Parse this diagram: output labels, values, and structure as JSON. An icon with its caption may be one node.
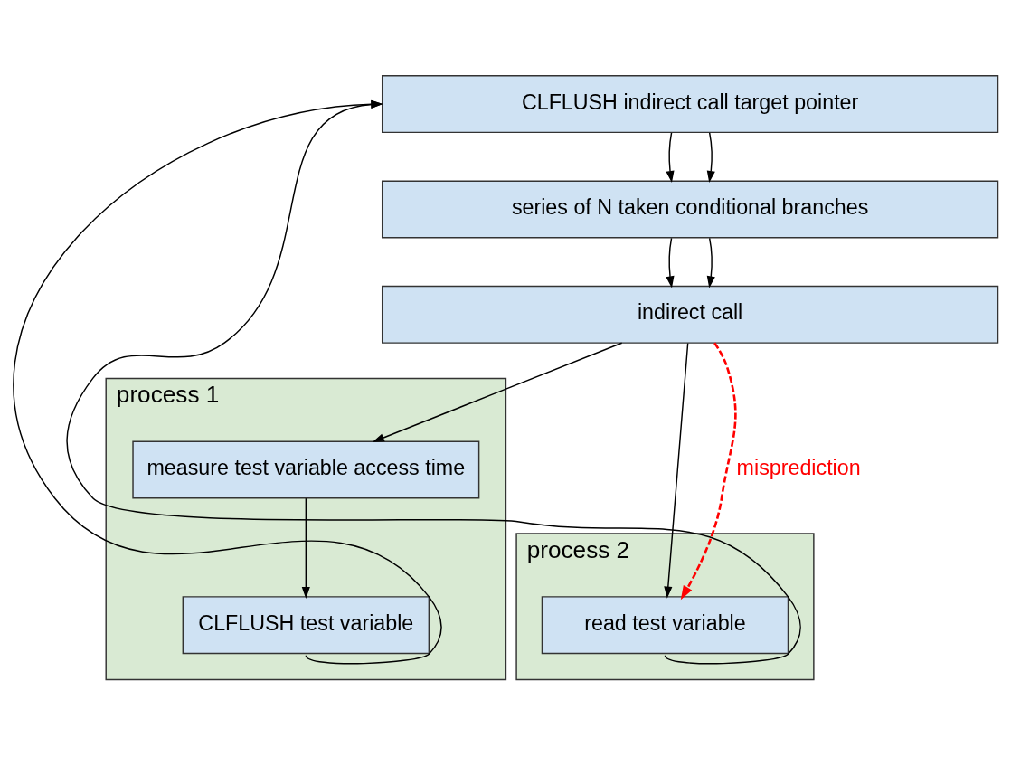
{
  "diagram": {
    "nodes": [
      {
        "text": [
          "process 1"
        ]
      },
      {
        "text": [
          "process 2"
        ]
      },
      {
        "text": [
          "CLFLUSH indirect call target pointer"
        ]
      },
      {
        "text": [
          "series of N taken conditional branches"
        ]
      },
      {
        "text": [
          "indirect call"
        ]
      },
      {
        "text": [
          "measure test variable access time"
        ],
        "in": 0
      },
      {
        "text": [
          "CLFLUSH test variable"
        ],
        "in": 0
      },
      {
        "text": [
          "read test variable"
        ],
        "in": 1
      }
    ],
    "edges": [
      {
        "from": 6,
        "to": 2,
        "arrow": "to"
      },
      {
        "from": 7,
        "to": 2,
        "arrow": "to"
      },
      {
        "from": 2,
        "to": 3,
        "arrow": "to"
      },
      {
        "from": 2,
        "to": 3,
        "arrow": "to"
      },
      {
        "from": 3,
        "to": 4,
        "arrow": "to"
      },
      {
        "from": 3,
        "to": 4,
        "arrow": "to"
      },
      {
        "from": 4,
        "to": 5,
        "arrow": "to"
      },
      {
        "from": 4,
        "to": 7,
        "arrow": "to"
      },
      {
        "from": 4,
        "to": 7,
        "arrow": "to",
        "label": "misprediction",
        "style": "dashed",
        "color": "#ff0000"
      },
      {
        "from": 5,
        "to": 6,
        "arrow": "to"
      }
    ]
  }
}
